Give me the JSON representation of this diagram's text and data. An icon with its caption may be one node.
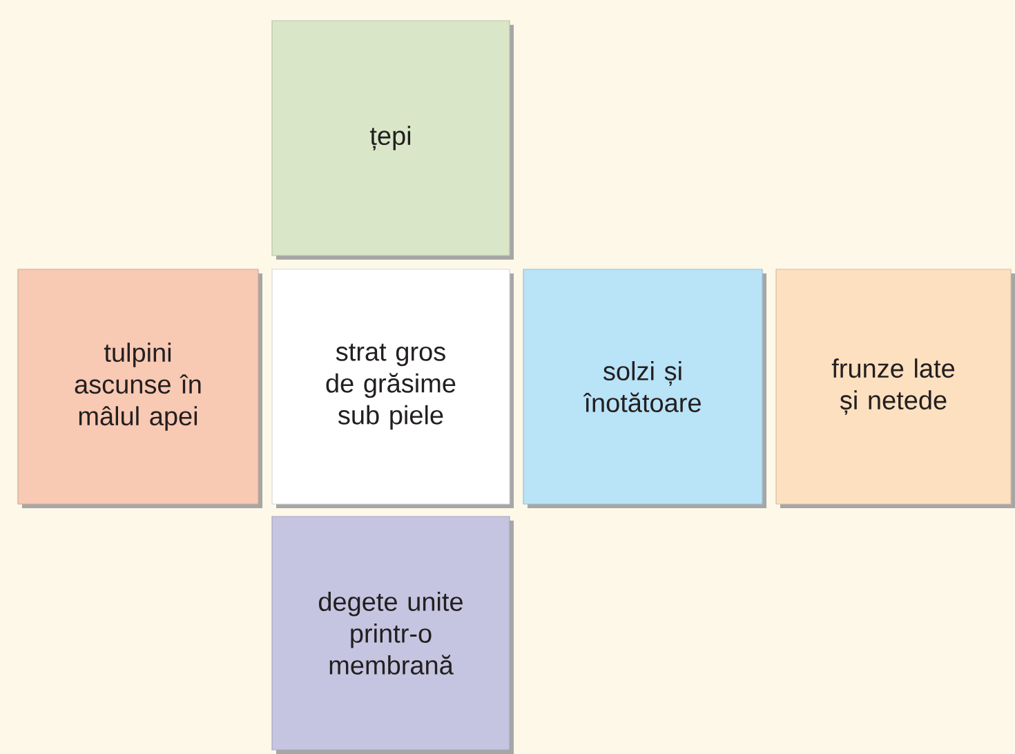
{
  "diagram": {
    "nodes": [
      {
        "text": [
          "țepi"
        ]
      },
      {
        "text": [
          "tulpini ascunse în mâlul apei"
        ]
      },
      {
        "text": [
          "strat gros de grăsime sub piele"
        ]
      },
      {
        "text": [
          "solzi și înotătoare"
        ]
      },
      {
        "text": [
          "frunze late și netede"
        ]
      },
      {
        "text": [
          "degete unite printr-o membrană"
        ]
      }
    ]
  }
}
